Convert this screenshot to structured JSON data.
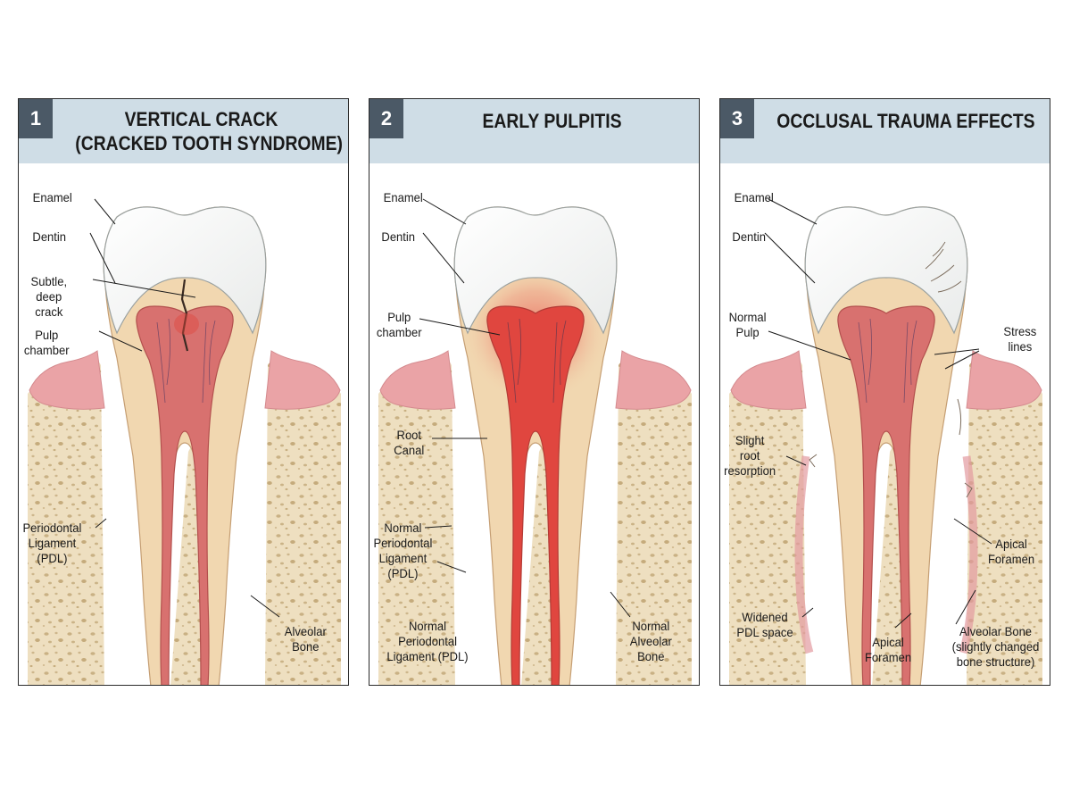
{
  "panels": [
    {
      "number": "1",
      "title_lines": [
        "VERTICAL CRACK",
        "(CRACKED TOOTH SYNDROME)"
      ],
      "labels": {
        "enamel": [
          "Enamel"
        ],
        "dentin": [
          "Dentin"
        ],
        "crack": [
          "Subtle,",
          "deep",
          "crack"
        ],
        "pulp": [
          "Pulp",
          "chamber"
        ],
        "pdl": [
          "Periodontal",
          "Ligament",
          "(PDL)"
        ],
        "bone": [
          "Alveolar",
          "Bone"
        ]
      }
    },
    {
      "number": "2",
      "title_lines": [
        "EARLY PULPITIS"
      ],
      "labels": {
        "enamel": [
          "Enamel"
        ],
        "dentin": [
          "Dentin"
        ],
        "pulp": [
          "Pulp",
          "chamber"
        ],
        "canal": [
          "Root",
          "Canal"
        ],
        "pdl1": [
          "Normal",
          "Periodontal",
          "Ligament",
          "(PDL)"
        ],
        "pdl2": [
          "Normal",
          "Periodontal",
          "Ligament (PDL)"
        ],
        "bone": [
          "Normal",
          "Alveolar",
          "Bone"
        ]
      }
    },
    {
      "number": "3",
      "title_lines": [
        "OCCLUSAL TRAUMA EFFECTS"
      ],
      "labels": {
        "enamel": [
          "Enamel"
        ],
        "dentin": [
          "Dentin"
        ],
        "pulp": [
          "Normal",
          "Pulp"
        ],
        "stress": [
          "Stress",
          "lines"
        ],
        "resorption": [
          "Slight",
          "root",
          "resorption"
        ],
        "apical1": [
          "Apical",
          "Foramen"
        ],
        "pdl": [
          "Widened",
          "PDL space"
        ],
        "apical2": [
          "Apical",
          "Foramen"
        ],
        "bone": [
          "Alveolar Bone",
          "(slightly changed",
          "bone structure)"
        ]
      }
    }
  ],
  "colors": {
    "header_bg": "#cfdde6",
    "number_bg": "#4b5966",
    "enamel": "#f4f5f4",
    "dentin": "#f1d7b0",
    "pulp_normal": "#d8716f",
    "pulp_inflamed": "#e0463f",
    "gum": "#eaa3a6",
    "bone": "#eedfc0"
  }
}
